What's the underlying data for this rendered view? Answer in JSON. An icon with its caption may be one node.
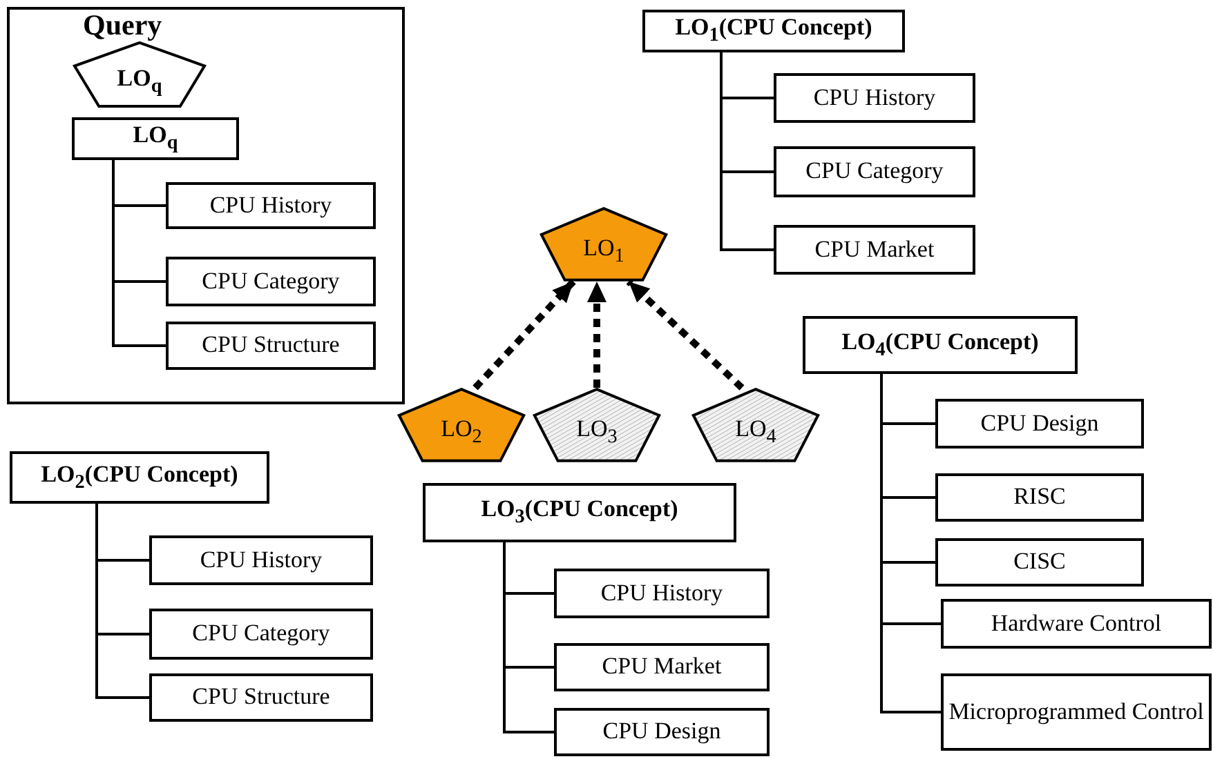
{
  "diagram": {
    "nodes": [
      {
        "text": [
          "Query"
        ]
      },
      {
        "text": [
          "LO$_{q}$"
        ],
        "in": 0
      },
      {
        "text": [
          "LO$_{q}$"
        ],
        "in": 0
      },
      {
        "text": [
          "CPU History"
        ],
        "in": 0
      },
      {
        "text": [
          "CPU Category"
        ],
        "in": 0
      },
      {
        "text": [
          "CPU Structure"
        ],
        "in": 0
      },
      {
        "text": [
          "LO$_{1}$(CPU Concept)"
        ]
      },
      {
        "text": [
          "CPU History"
        ]
      },
      {
        "text": [
          "CPU Category"
        ]
      },
      {
        "text": [
          "CPU Market"
        ]
      },
      {
        "text": [
          "LO$_{1}$"
        ]
      },
      {
        "text": [
          "LO$_{2}$"
        ]
      },
      {
        "text": [
          "LO$_{3}$"
        ]
      },
      {
        "text": [
          "LO$_{4}$"
        ]
      },
      {
        "text": [
          "LO$_{2}$(CPU Concept)"
        ]
      },
      {
        "text": [
          "CPU History"
        ]
      },
      {
        "text": [
          "CPU Category"
        ]
      },
      {
        "text": [
          "CPU Structure"
        ]
      },
      {
        "text": [
          "LO$_{3}$(CPU Concept)"
        ]
      },
      {
        "text": [
          "CPU History"
        ]
      },
      {
        "text": [
          "CPU Market"
        ]
      },
      {
        "text": [
          "CPU Design"
        ]
      },
      {
        "text": [
          "LO$_{4}$(CPU Concept)"
        ]
      },
      {
        "text": [
          "CPU Design"
        ]
      },
      {
        "text": [
          "RISC"
        ]
      },
      {
        "text": [
          "CISC"
        ]
      },
      {
        "text": [
          "Hardware Control"
        ]
      },
      {
        "text": [
          "Microprogrammed Control"
        ]
      }
    ],
    "edges": [
      {
        "from": 2,
        "to": 3,
        "arrow": "none"
      },
      {
        "from": 2,
        "to": 4,
        "arrow": "none"
      },
      {
        "from": 2,
        "to": 5,
        "arrow": "none"
      },
      {
        "from": 6,
        "to": 7,
        "arrow": "none"
      },
      {
        "from": 6,
        "to": 8,
        "arrow": "none"
      },
      {
        "from": 6,
        "to": 9,
        "arrow": "none"
      },
      {
        "from": 11,
        "to": 10,
        "arrow": "to",
        "style": "dashed"
      },
      {
        "from": 12,
        "to": 10,
        "arrow": "to",
        "style": "dashed"
      },
      {
        "from": 13,
        "to": 10,
        "arrow": "to",
        "style": "dashed"
      },
      {
        "from": 14,
        "to": 15,
        "arrow": "none"
      },
      {
        "from": 14,
        "to": 16,
        "arrow": "none"
      },
      {
        "from": 14,
        "to": 17,
        "arrow": "none"
      },
      {
        "from": 18,
        "to": 19,
        "arrow": "none"
      },
      {
        "from": 18,
        "to": 20,
        "arrow": "none"
      },
      {
        "from": 18,
        "to": 21,
        "arrow": "none"
      },
      {
        "from": 22,
        "to": 23,
        "arrow": "none"
      },
      {
        "from": 22,
        "to": 24,
        "arrow": "none"
      },
      {
        "from": 22,
        "to": 25,
        "arrow": "none"
      },
      {
        "from": 22,
        "to": 26,
        "arrow": "none"
      },
      {
        "from": 22,
        "to": 27,
        "arrow": "none"
      }
    ]
  }
}
